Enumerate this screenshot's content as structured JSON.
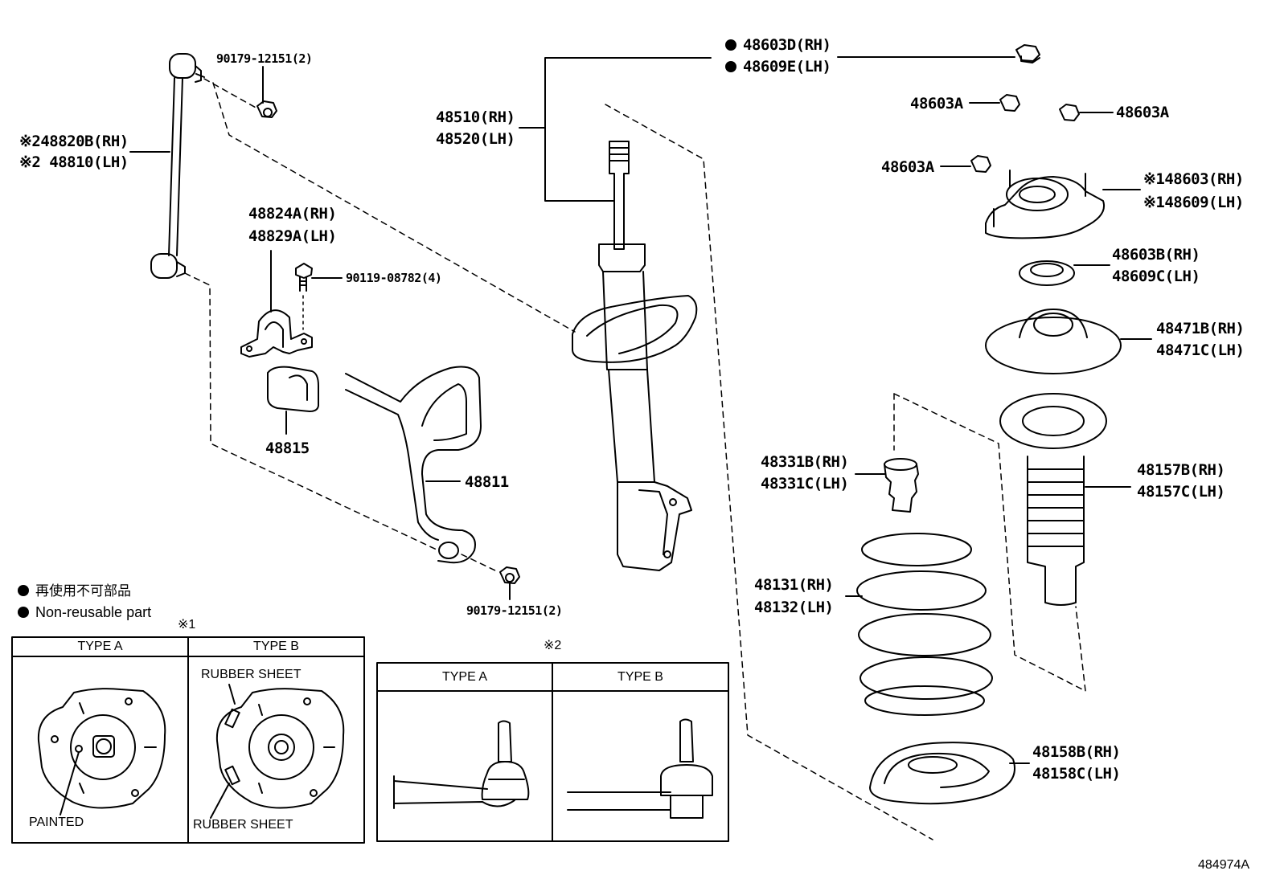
{
  "labels": {
    "bolt_90179_top": "90179-12151(2)",
    "link_rh": "※248820B(RH)",
    "link_lh": "※2 48810(LH)",
    "bracket_rh": "48824A(RH)",
    "bracket_lh": "48829A(LH)",
    "bolt_90119": "90119-08782(4)",
    "bushing": "48815",
    "stab_bar": "48811",
    "bolt_90179_bottom": "90179-12151(2)",
    "strut_rh": "48510(RH)",
    "strut_lh": "48520(LH)",
    "nut_rh": "48603D(RH)",
    "nut_lh": "48609E(LH)",
    "nut_a1": "48603A",
    "nut_a2": "48603A",
    "nut_a3": "48603A",
    "support_rh": "※148603(RH)",
    "support_lh": "※148609(LH)",
    "bearing_rh": "48603B(RH)",
    "bearing_lh": "48609C(LH)",
    "upper_seat_rh": "48471B(RH)",
    "upper_seat_lh": "48471C(LH)",
    "bumper_rh": "48331B(RH)",
    "bumper_lh": "48331C(LH)",
    "boot_rh": "48157B(RH)",
    "boot_lh": "48157C(LH)",
    "spring_rh": "48131(RH)",
    "spring_lh": "48132(LH)",
    "insulator_rh": "48158B(RH)",
    "insulator_lh": "48158C(LH)"
  },
  "legend": {
    "jp": "再使用不可部品",
    "en": "Non-reusable part"
  },
  "table1": {
    "mark": "※1",
    "type_a": "TYPE A",
    "type_b": "TYPE B",
    "painted": "PAINTED",
    "rubber_sheet_top": "RUBBER SHEET",
    "rubber_sheet_bottom": "RUBBER SHEET"
  },
  "table2": {
    "mark": "※2",
    "type_a": "TYPE A",
    "type_b": "TYPE B"
  },
  "figure_ref": "484974A"
}
